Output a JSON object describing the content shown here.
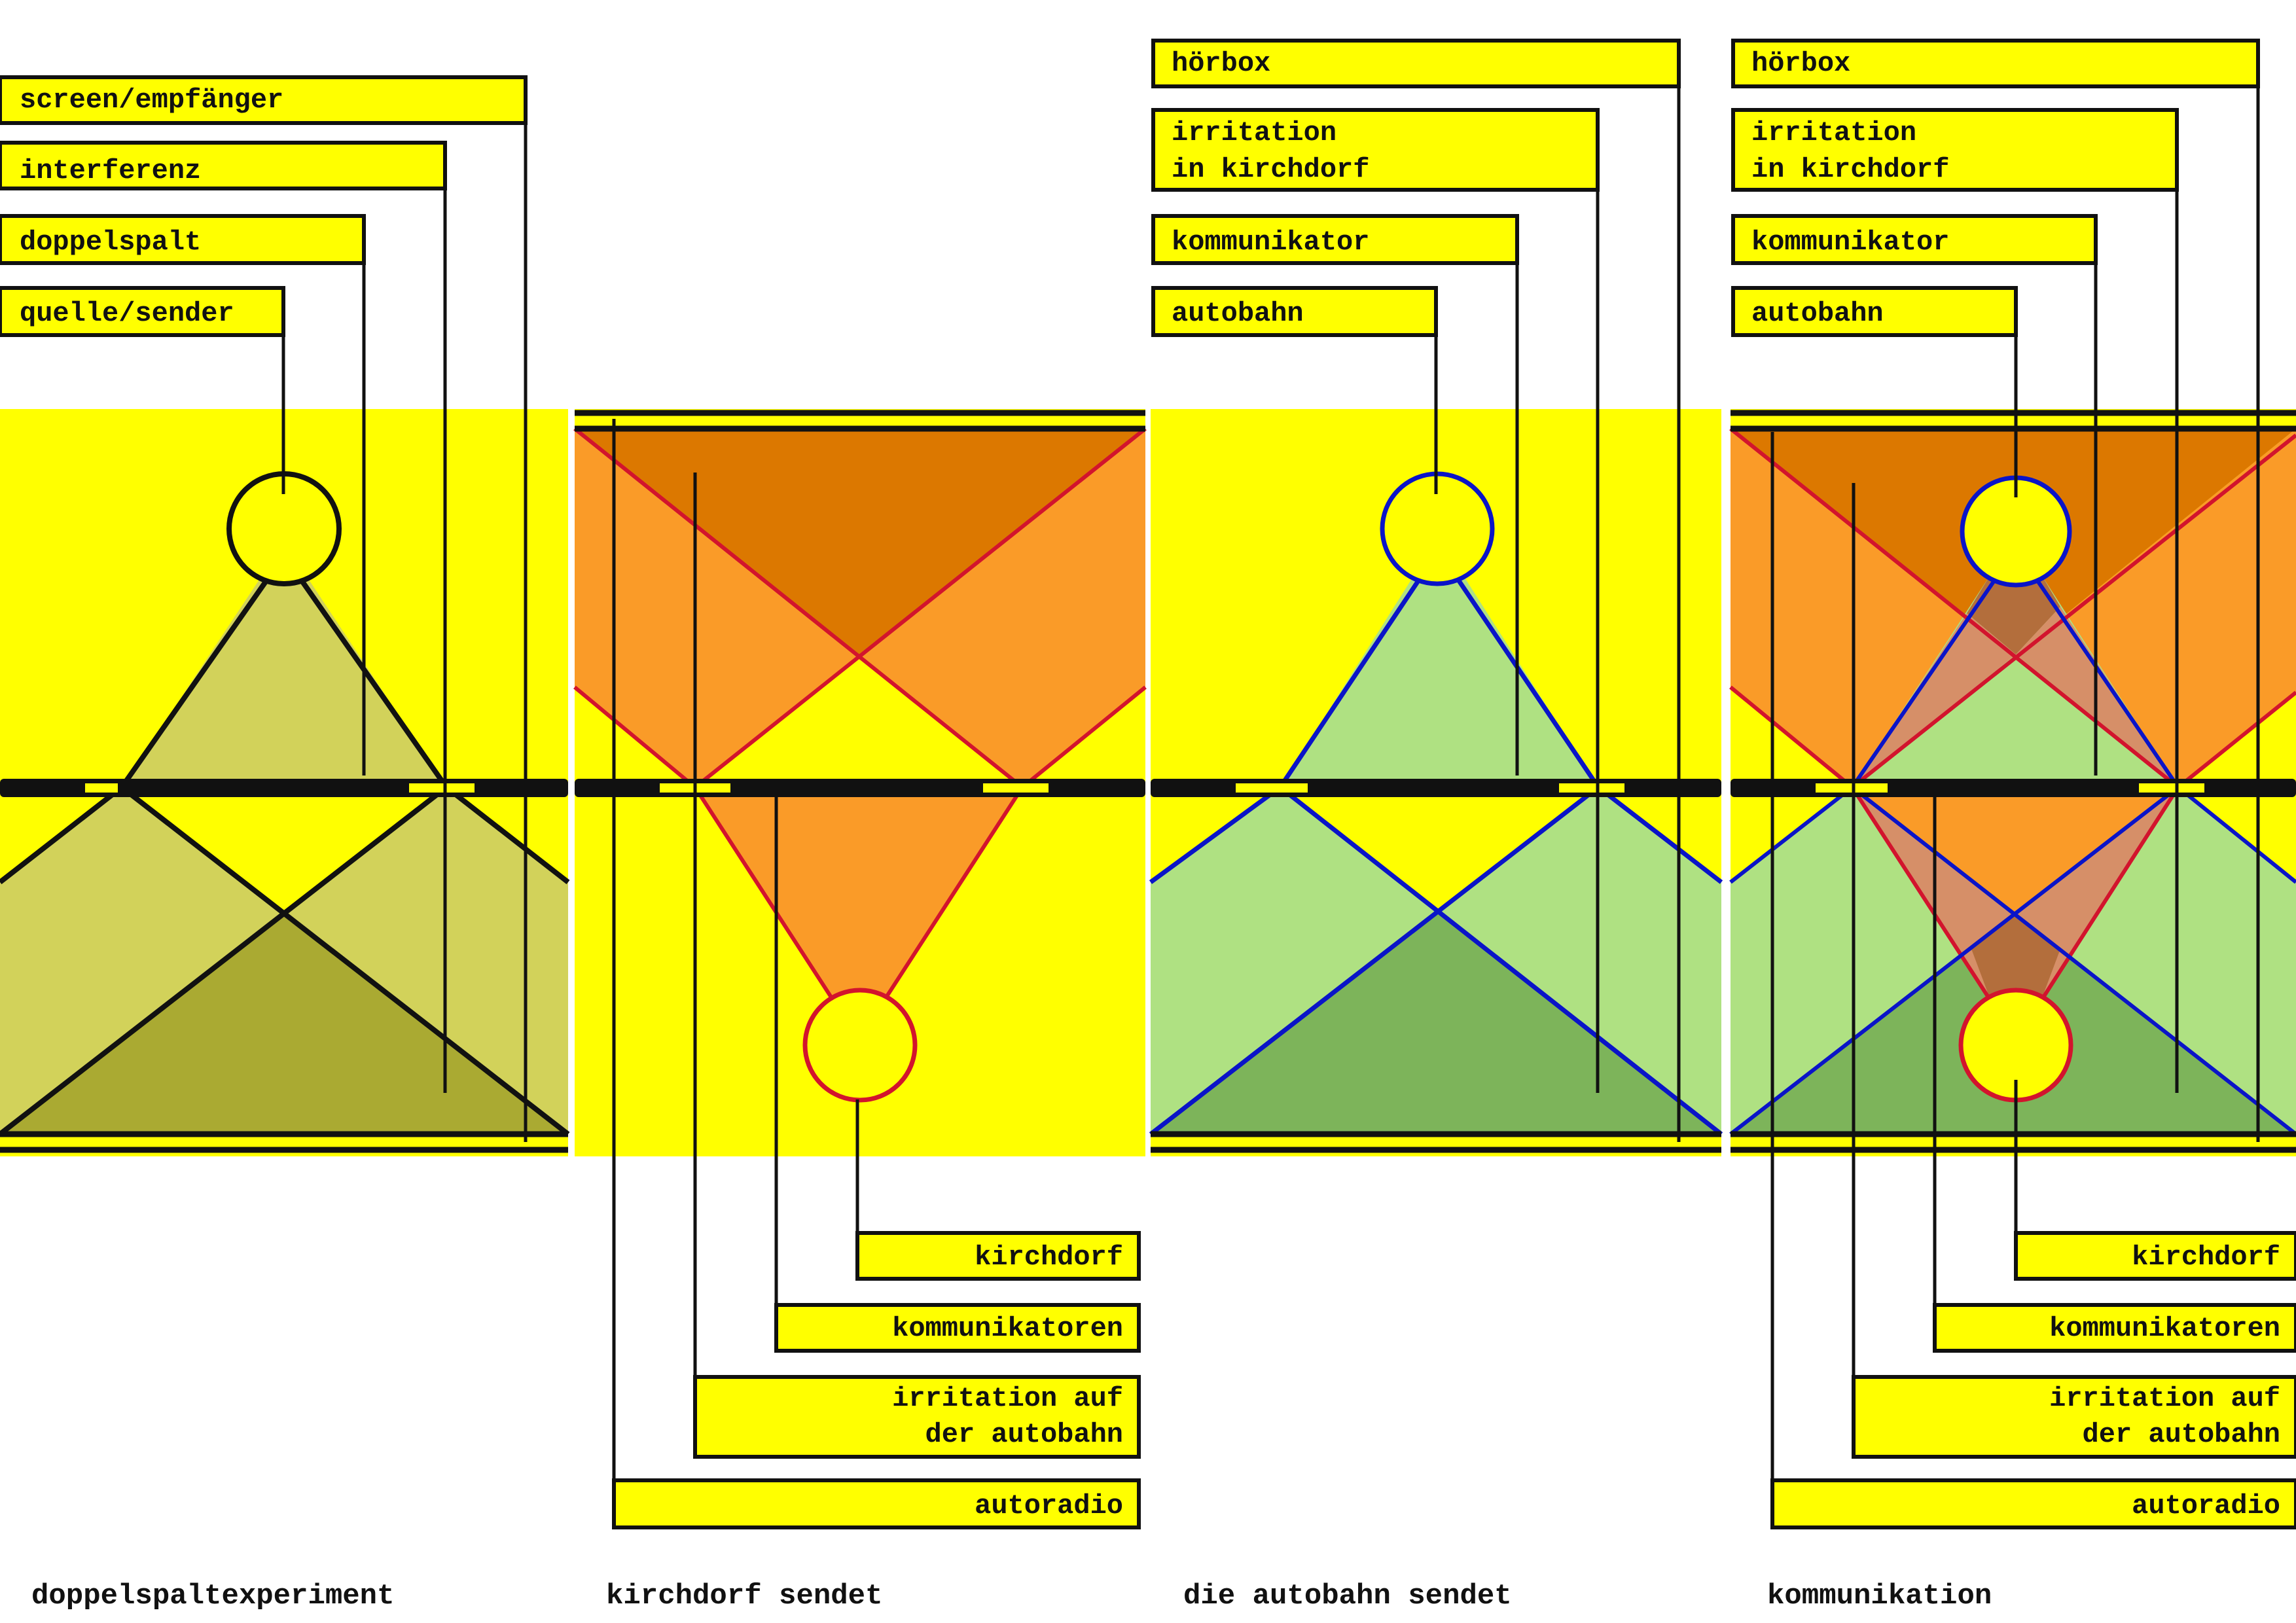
{
  "colors": {
    "yellow": "#ffff00",
    "olive_light": "#d2d25a",
    "olive_dark": "#aaaa32",
    "orange_dark": "#dc7800",
    "orange_light": "#fa9b28",
    "green_light": "#afe182",
    "green_dark": "#7db45a",
    "blend_orange": "#d68f68",
    "blend_dark": "#b36e3c",
    "red_stroke": "#d2142d",
    "blue_stroke": "#0a14c8",
    "black": "#111111"
  },
  "panels": [
    {
      "caption": "doppelspaltexperiment",
      "labels": [
        "screen/empfänger",
        "interferenz",
        "doppelspalt",
        "quelle/sender"
      ]
    },
    {
      "caption": "kirchdorf sendet",
      "labels": [
        "kirchdorf",
        "kommunikatoren",
        "irritation auf|der autobahn",
        "autoradio"
      ]
    },
    {
      "caption": "die autobahn sendet",
      "labels": [
        "hörbox",
        "irritation|in kirchdorf",
        "kommunikator",
        "autobahn"
      ]
    },
    {
      "caption": "kommunikation",
      "labels_top": [
        "hörbox",
        "irritation|in kirchdorf",
        "kommunikator",
        "autobahn"
      ],
      "labels_bottom": [
        "kirchdorf",
        "kommunikatoren",
        "irritation auf|der autobahn",
        "autoradio"
      ]
    }
  ]
}
